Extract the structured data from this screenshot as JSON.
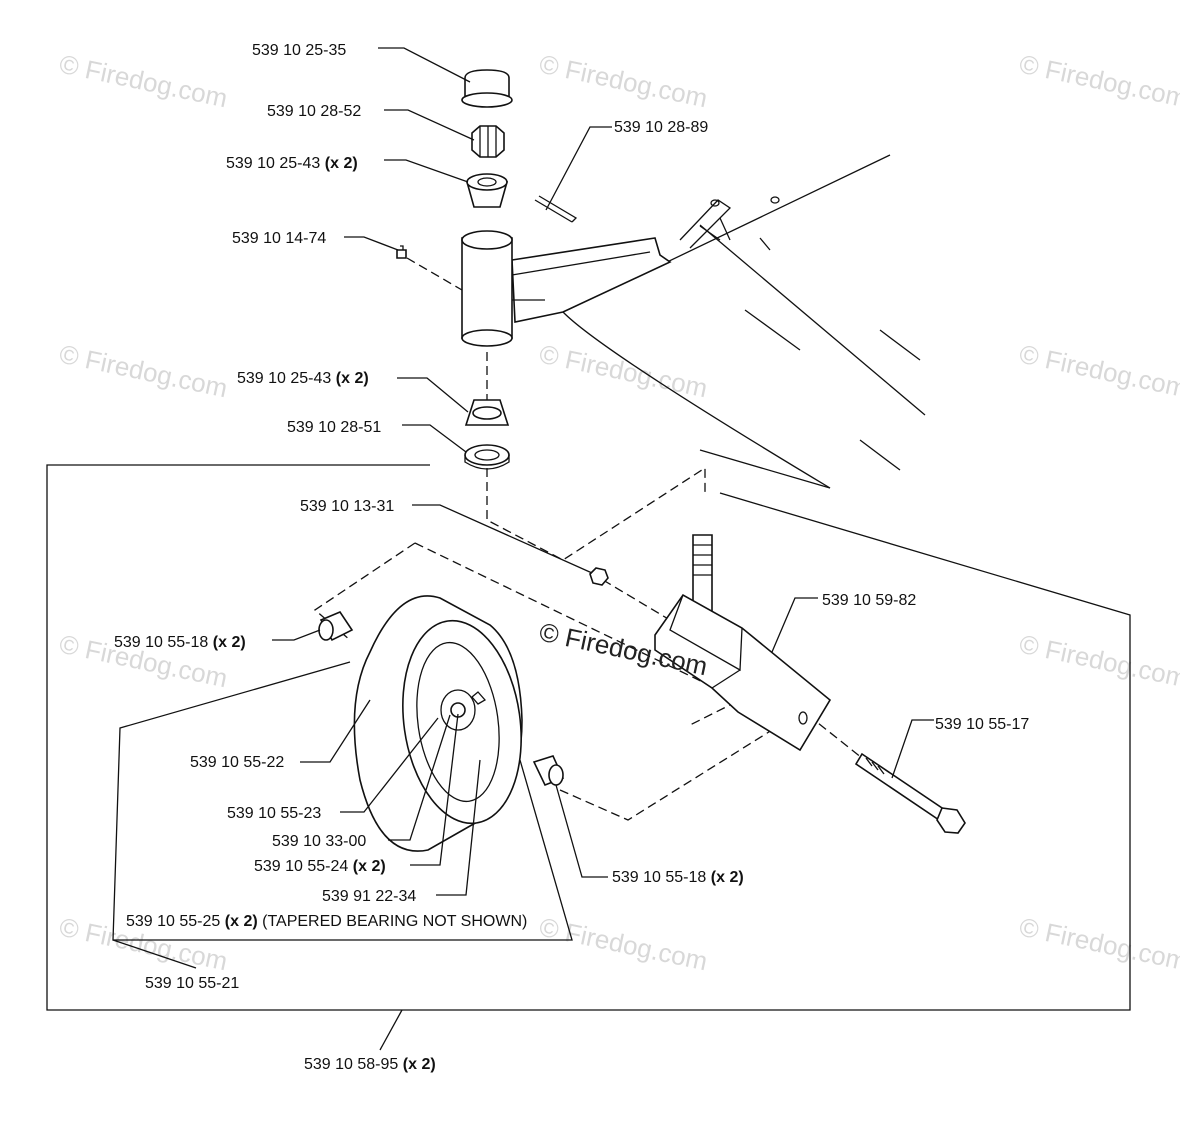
{
  "watermark": "© Firedog.com",
  "labels": {
    "cap": "539 10 25-35",
    "castle_nut": "539 10 28-52",
    "bearing_upper": {
      "part": "539 10 25-43",
      "qty": "(x 2)"
    },
    "cotter_pin": "539 10 28-89",
    "grease_fitting": "539 10 14-74",
    "bearing_lower": {
      "part": "539 10 25-43",
      "qty": "(x 2)"
    },
    "race": "539 10 28-51",
    "locknut": "539 10 13-31",
    "fork": "539 10 59-82",
    "spacer_left": {
      "part": "539 10 55-18",
      "qty": "(x 2)"
    },
    "tire": "539 10 55-22",
    "rim": "539 10 55-23",
    "valve": "539 10 33-00",
    "bearing_wheel": {
      "part": "539 10 55-24",
      "qty": "(x 2)"
    },
    "hub_part": "539 91 22-34",
    "tapered": {
      "part": "539 10 55-25",
      "qty": "(x 2)",
      "note": "(TAPERED BEARING NOT SHOWN)"
    },
    "wheel_assembly": "539 10 55-21",
    "spacer_right": {
      "part": "539 10 55-18",
      "qty": "(x 2)"
    },
    "bolt": "539 10 55-17",
    "caster_assembly": {
      "part": "539 10 58-95",
      "qty": "(x 2)"
    }
  }
}
